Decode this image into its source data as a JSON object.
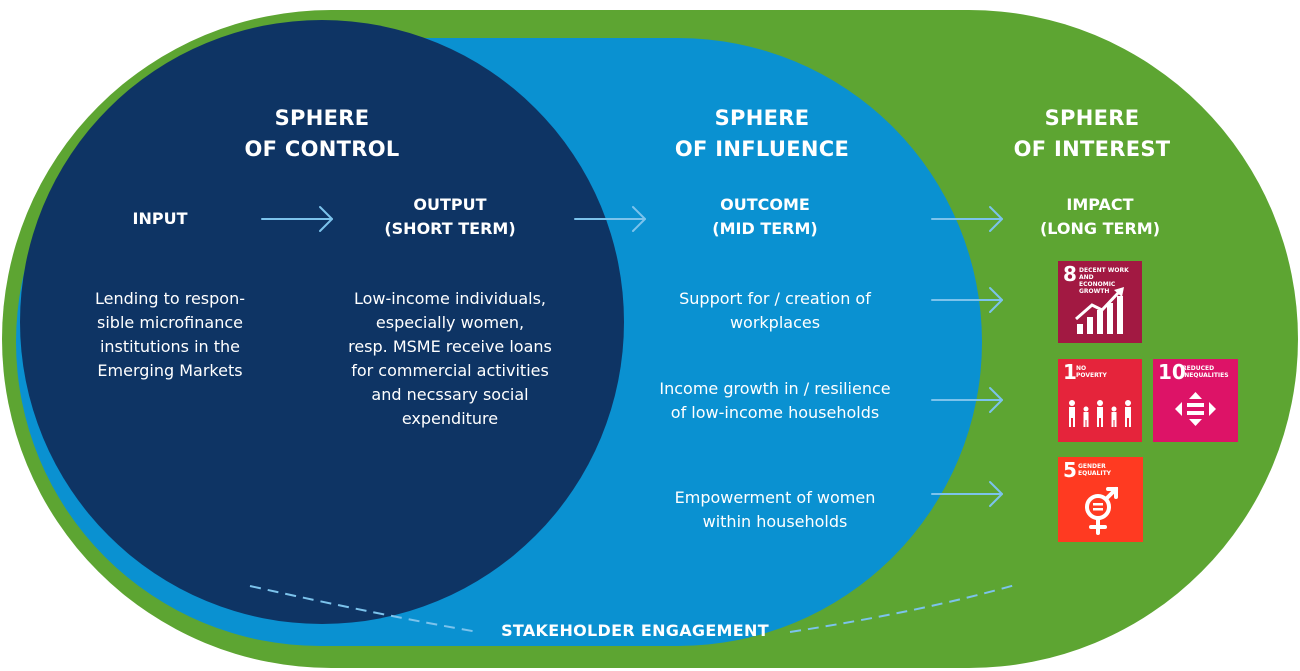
{
  "colors": {
    "green": "#5da532",
    "light_blue": "#0a91d1",
    "dark_blue": "#0e3464",
    "arrow": "#7cc3ec",
    "sdg8": "#a21942",
    "sdg1": "#e5243b",
    "sdg10": "#dd1367",
    "sdg5": "#ff3a21"
  },
  "spheres": {
    "control": {
      "line1": "SPHERE",
      "line2": "OF CONTROL"
    },
    "influence": {
      "line1": "SPHERE",
      "line2": "OF INFLUENCE"
    },
    "interest": {
      "line1": "SPHERE",
      "line2": "OF INTEREST"
    }
  },
  "stages": {
    "input": {
      "line1": "INPUT"
    },
    "output": {
      "line1": "OUTPUT",
      "line2": "(SHORT TERM)"
    },
    "outcome": {
      "line1": "OUTCOME",
      "line2": "(MID TERM)"
    },
    "impact": {
      "line1": "IMPACT",
      "line2": "(LONG TERM)"
    }
  },
  "input_text": [
    "Lending to respon-",
    "sible microfinance",
    "institutions in the",
    "Emerging Markets"
  ],
  "output_text": [
    "Low-income individuals,",
    "especially women,",
    "resp. MSME receive loans",
    "for commercial activities",
    "and necssary social",
    "expenditure"
  ],
  "outcomes": [
    {
      "line1": "Support for / creation of",
      "line2": "workplaces"
    },
    {
      "line1": "Income growth in / resilience",
      "line2": "of low-income households"
    },
    {
      "line1": "Empowerment of women",
      "line2": "within households"
    }
  ],
  "sdgs": {
    "sdg8": {
      "num": "8",
      "line1": "DECENT WORK AND",
      "line2": "ECONOMIC GROWTH",
      "icon": "growth-chart-icon"
    },
    "sdg1": {
      "num": "1",
      "line1": "NO",
      "line2": "POVERTY",
      "icon": "family-icon"
    },
    "sdg10": {
      "num": "10",
      "line1": "REDUCED",
      "line2": "INEQUALITIES",
      "icon": "equality-arrows-icon"
    },
    "sdg5": {
      "num": "5",
      "line1": "GENDER",
      "line2": "EQUALITY",
      "icon": "gender-symbol-icon"
    }
  },
  "footer": {
    "label": "STAKEHOLDER ENGAGEMENT"
  }
}
